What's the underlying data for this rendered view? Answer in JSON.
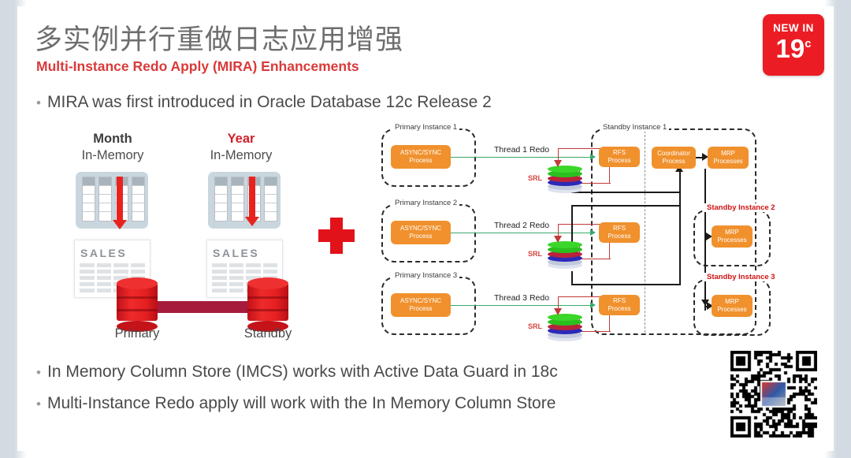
{
  "slide": {
    "title_cn": "多实例并行重做日志应用增强",
    "title_en": "Multi-Instance Redo Apply (MIRA) Enhancements",
    "accent_red": "#d93a3a",
    "badge": {
      "top_text": "NEW IN",
      "number": "19",
      "superscript": "c",
      "bg_color": "#ec1c24"
    },
    "bullets": [
      "MIRA was first introduced in Oracle Database 12c Release 2",
      "In Memory Column Store (IMCS) works with Active Data Guard in 18c",
      "Multi-Instance Redo apply will work with the In Memory Column Store"
    ],
    "bullet_glyph": "•"
  },
  "inmemory_figure": {
    "month": {
      "strong": "Month",
      "sub": "In-Memory"
    },
    "year": {
      "strong": "Year",
      "sub": "In-Memory"
    },
    "sales_label": "SALES",
    "primary_caption": "Primary",
    "standby_caption": "Standby"
  },
  "plus_sign": {
    "symbol": "+",
    "color": "#e2121a"
  },
  "architecture": {
    "primary_instances": [
      {
        "label": "Primary Instance 1",
        "process": "ASYNC/SYNC\nProcess",
        "process_line1": "ASYNC/SYNC",
        "process_line2": "Process",
        "thread_label": "Thread 1 Redo",
        "srl_label": "SRL"
      },
      {
        "label": "Primary Instance 2",
        "process_line1": "ASYNC/SYNC",
        "process_line2": "Process",
        "thread_label": "Thread 2 Redo",
        "srl_label": "SRL"
      },
      {
        "label": "Primary Instance 3",
        "process_line1": "ASYNC/SYNC",
        "process_line2": "Process",
        "thread_label": "Thread 3 Redo",
        "srl_label": "SRL"
      }
    ],
    "standby_instance_1": {
      "label": "Standby Instance 1",
      "rfs_processes": [
        {
          "line1": "RFS",
          "line2": "Process"
        },
        {
          "line1": "RFS",
          "line2": "Process"
        },
        {
          "line1": "RFS",
          "line2": "Process"
        }
      ],
      "coordinator": {
        "line1": "Coordinator",
        "line2": "Process"
      },
      "mrp": {
        "line1": "MRP",
        "line2": "Processes"
      }
    },
    "standby_instance_2": {
      "label": "Standby Instance 2",
      "mrp": {
        "line1": "MRP",
        "line2": "Processes"
      }
    },
    "standby_instance_3": {
      "label": "Standby Instance 3",
      "mrp": {
        "line1": "MRP",
        "line2": "Processes"
      }
    },
    "colors": {
      "process_box": "#f0912d",
      "redo_line": "#39a96b",
      "srl_line": "#c23a3a",
      "apply_line": "#1a1a1a",
      "standby_label_red": "#cf1212"
    }
  }
}
